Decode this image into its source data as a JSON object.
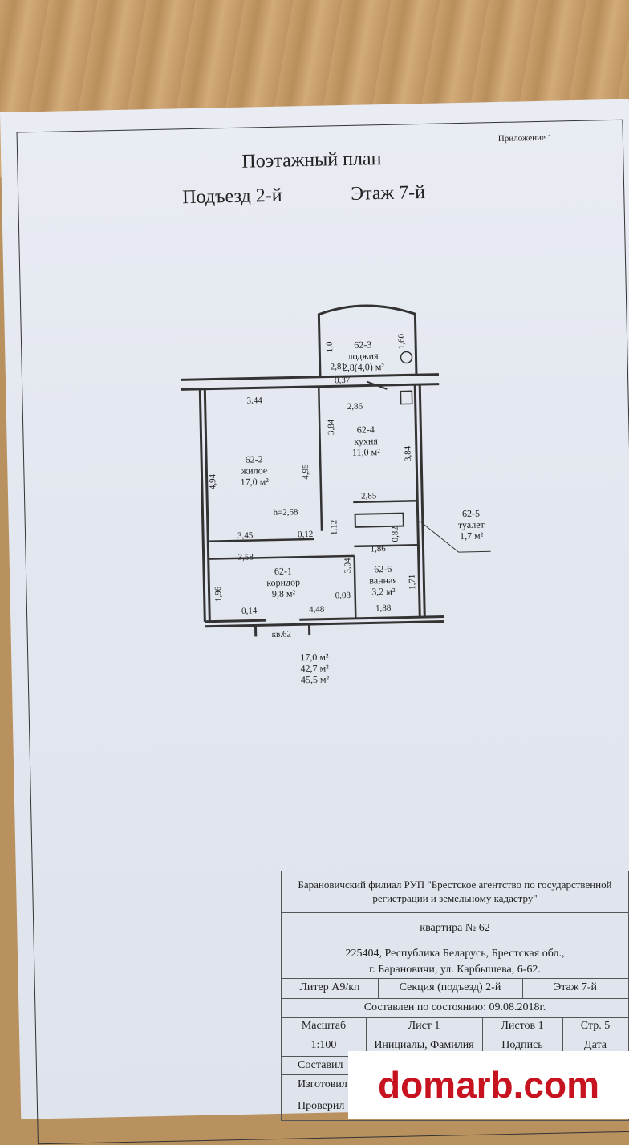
{
  "appendix": "Приложение 1",
  "title": "Поэтажный план",
  "subtitle_entrance": "Подъезд 2-й",
  "subtitle_floor": "Этаж 7-й",
  "rooms": {
    "loggia": {
      "num": "62-3",
      "name": "лоджия",
      "area": "2,8(4,0) м²"
    },
    "kitchen": {
      "num": "62-4",
      "name": "кухня",
      "area": "11,0 м²"
    },
    "living": {
      "num": "62-2",
      "name": "жилое",
      "area": "17,0 м²"
    },
    "toilet": {
      "num": "62-5",
      "name": "туалет",
      "area": "1,7 м²"
    },
    "corridor": {
      "num": "62-1",
      "name": "коридор",
      "area": "9,8 м²"
    },
    "bath": {
      "num": "62-6",
      "name": "ванная",
      "area": "3,2 м²"
    }
  },
  "dims": {
    "d344": "3,44",
    "d037": "0,37",
    "d286": "2,86",
    "d281": "2,81",
    "d10": "1,0",
    "d160": "1,60",
    "d384a": "3,84",
    "d384b": "3,84",
    "d494": "4,94",
    "d495": "4,95",
    "d285": "2,85",
    "h": "h=2,68",
    "d345": "3,45",
    "d012": "0,12",
    "d112": "1,12",
    "d082": "0,82",
    "d186": "1,86",
    "d358": "3,58",
    "d304": "3,04",
    "d171": "1,71",
    "d196": "1,96",
    "d008": "0,08",
    "d014": "0,14",
    "d448": "4,48",
    "d188": "1,88"
  },
  "apartment_label": "кв.62",
  "totals": [
    "17,0 м²",
    "42,7 м²",
    "45,5 м²"
  ],
  "stamp": {
    "org": "Барановичский филиал РУП \"Брестское агентство по государственной регистрации и земельному кадастру\"",
    "apartment": "квартира № 62",
    "address1": "225404, Республика Беларусь, Брестская обл.,",
    "address2": "г. Барановичи, ул. Карбышева, 6-62.",
    "liter": "Литер А9/кп",
    "section": "Секция (подъезд) 2-й",
    "floor": "Этаж 7-й",
    "compiled": "Составлен по состоянию: 09.08.2018г.",
    "h_scale": "Масштаб",
    "h_sheet": "Лист 1",
    "h_sheets": "Листов 1",
    "h_page": "Стр. 5",
    "scale": "1:100",
    "initials": "Инициалы, Фамилия",
    "signature": "Подпись",
    "date": "Дата",
    "compiled_by": "Составил",
    "made_by": "Изготовил",
    "checked_by": "Проверил"
  },
  "watermark": "domarb.com"
}
